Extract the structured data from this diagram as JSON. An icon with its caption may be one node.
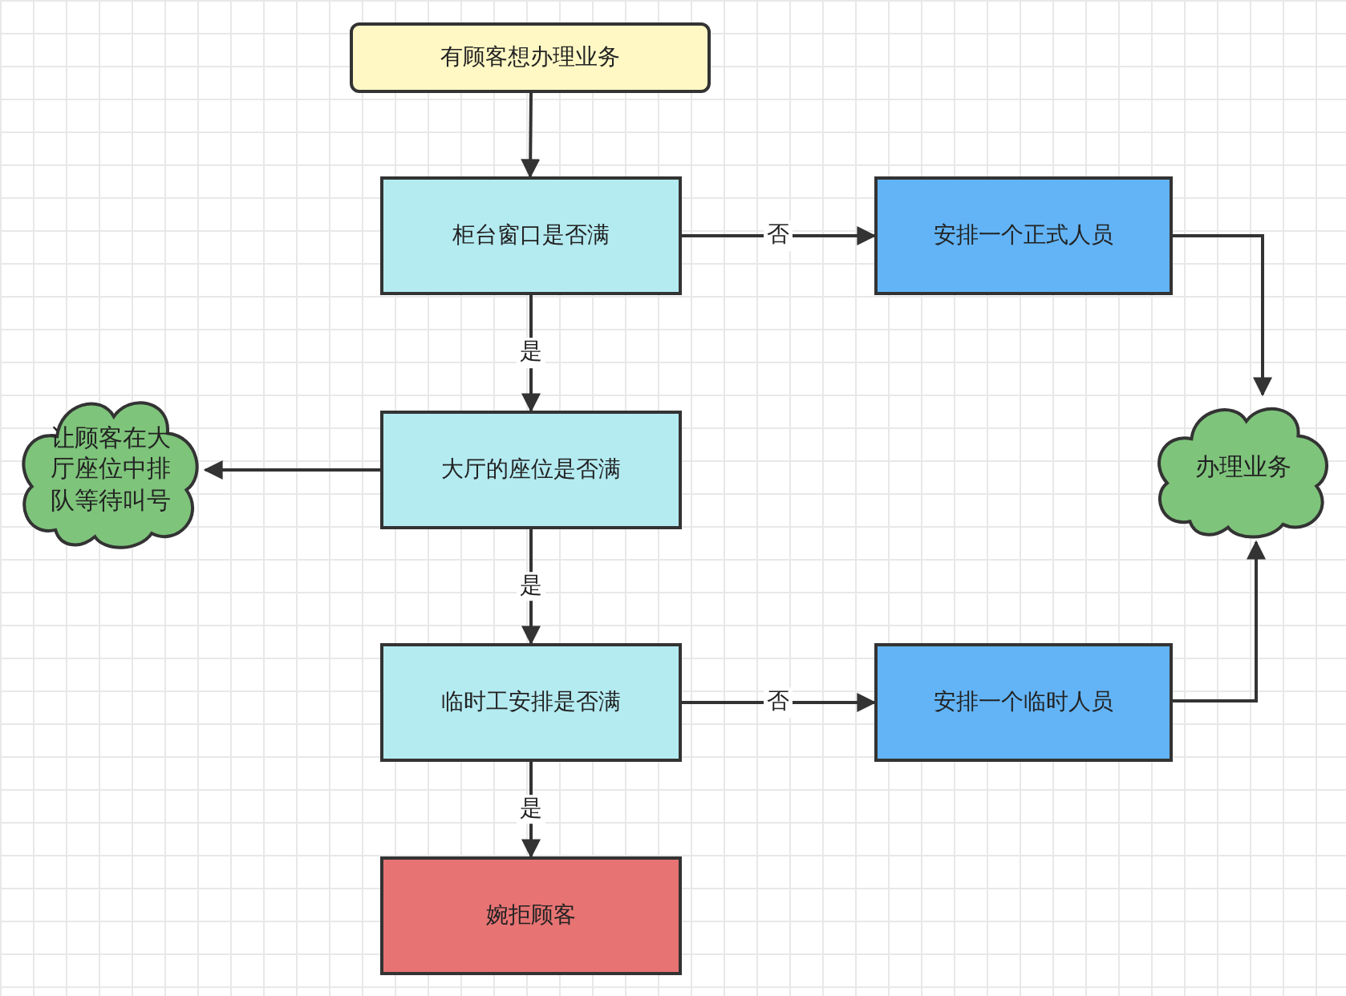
{
  "diagram": {
    "nodes": [
      {
        "text": [
          "有顾客想办理业务"
        ]
      },
      {
        "text": [
          "柜台窗口是否满"
        ]
      },
      {
        "text": [
          "安排一个正式人员"
        ]
      },
      {
        "text": [
          "让顾客在大厅座位中排队等待叫号"
        ]
      },
      {
        "text": [
          "大厅的座位是否满"
        ]
      },
      {
        "text": [
          "办理业务"
        ]
      },
      {
        "text": [
          "临时工安排是否满"
        ]
      },
      {
        "text": [
          "安排一个临时人员"
        ]
      },
      {
        "text": [
          "婉拒顾客"
        ]
      }
    ],
    "edges": [
      {
        "from": 0,
        "to": 1,
        "arrow": "to"
      },
      {
        "from": 1,
        "to": 2,
        "arrow": "to",
        "label": "否"
      },
      {
        "from": 1,
        "to": 4,
        "arrow": "to",
        "label": "是"
      },
      {
        "from": 4,
        "to": 3,
        "arrow": "to"
      },
      {
        "from": 4,
        "to": 6,
        "arrow": "to",
        "label": "是"
      },
      {
        "from": 6,
        "to": 7,
        "arrow": "to",
        "label": "否"
      },
      {
        "from": 6,
        "to": 8,
        "arrow": "to",
        "label": "是"
      },
      {
        "from": 2,
        "to": 5,
        "arrow": "to"
      },
      {
        "from": 7,
        "to": 5,
        "arrow": "to"
      }
    ]
  }
}
